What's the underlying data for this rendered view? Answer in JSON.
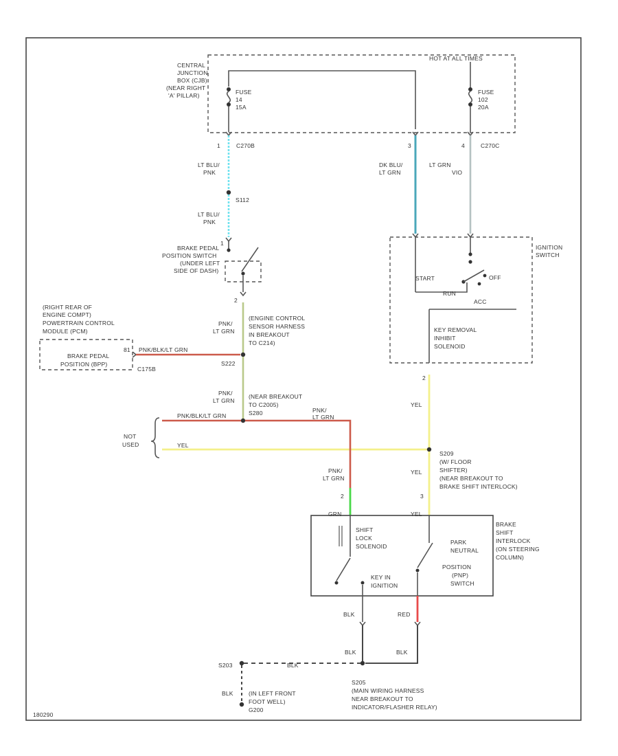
{
  "colors": {
    "lt_blu_pnk": "#6fe3ef",
    "dk_blu_lt_grn": "#4aa7ba",
    "pnk_lt_grn": "#b9c98a",
    "pnk_blk_lt_grn": "#cc5a4a",
    "yel": "#f4f08a",
    "grn": "#49d849",
    "red": "#e84a4a",
    "blk": "#333333",
    "lt_grn_vio": "#b5c2c2"
  },
  "labels": {
    "hot_at_all_times": "HOT AT ALL TIMES",
    "cjb_1": "CENTRAL",
    "cjb_2": "JUNCTION",
    "cjb_3": "BOX (CJB)",
    "cjb_4": "(NEAR RIGHT",
    "cjb_5": "'A' PILLAR)",
    "fuse_a_1": "FUSE",
    "fuse_a_2": "14",
    "fuse_a_3": "15A",
    "fuse_b_1": "FUSE",
    "fuse_b_2": "102",
    "fuse_b_3": "20A",
    "c2_pin": "1",
    "c2_name": "C270B",
    "c3_pin": "3",
    "c4_pin": "4",
    "c4_name": "C270C",
    "w1_1": "LT BLU/",
    "w1_2": "PNK",
    "s112": "S112",
    "w2_1": "LT BLU/",
    "w2_2": "PNK",
    "dkblu_1": "DK BLU/",
    "dkblu_2": "LT GRN",
    "ltgrn_1": "LT GRN",
    "ltgrn_2": "VIO",
    "bpps_1": "BRAKE PEDAL",
    "bpps_2": "POSITION SWITCH",
    "bpps_3": "(UNDER LEFT",
    "bpps_4": "SIDE OF DASH)",
    "bpps_pin1": "1",
    "bpps_pin2": "2",
    "ign_1": "IGNITION",
    "ign_2": "SWITCH",
    "ign_start": "START",
    "ign_off": "OFF",
    "ign_run": "RUN",
    "ign_acc": "ACC",
    "krs_1": "KEY REMOVAL",
    "krs_2": "INHIBIT",
    "krs_3": "SOLENOID",
    "krs_pin": "2",
    "pcm_1": "(RIGHT REAR OF",
    "pcm_2": "ENGINE COMPT)",
    "pcm_3": "POWERTRAIN CONTROL",
    "pcm_4": "MODULE (PCM)",
    "bpp_in": "BRAKE PEDAL",
    "bpp_in_2": "POSITION (BPP)",
    "pnkblk_1": "PNK/BLK/LT GRN",
    "c175b": "C175B",
    "pin_81": "81",
    "pnk_a": "PNK/",
    "pnk_a2": "LT GRN",
    "ecs_1": "(ENGINE CONTROL",
    "ecs_2": "SENSOR HARNESS",
    "ecs_3": "IN BREAKOUT",
    "ecs_4": "TO C214)",
    "s222": "S222",
    "pnk_b": "PNK/",
    "pnk_b2": "LT GRN",
    "nb_1": "(NEAR BREAKOUT",
    "nb_2": "TO C2005)",
    "s280": "S280",
    "pnk_c": "PNK/",
    "pnk_c2": "LT GRN",
    "not_used_1": "NOT",
    "not_used_2": "USED",
    "pnkblk_2": "PNK/BLK/LT GRN",
    "yel_1": "YEL",
    "yel_2": "YEL",
    "yel_3": "YEL",
    "s209_1": "S209",
    "s209_2": "(W/ FLOOR",
    "s209_3": "SHIFTER)",
    "s209_4": "(NEAR BREAKOUT TO",
    "s209_5": "BRAKE SHIFT INTERLOCK)",
    "pnk_d": "PNK/",
    "pnk_d2": "LT GRN",
    "pin_2a": "2",
    "pin_2b": "3",
    "grn_lbl": "GRN",
    "yel_lbl": "YEL",
    "sls_1": "SHIFT",
    "sls_2": "LOCK",
    "sls_3": "SOLENOID",
    "key_1": "KEY IN",
    "key_2": "IGNITION",
    "pn_1": "PARK",
    "pn_2": "NEUTRAL",
    "pn_3": "POSITION",
    "pn_4": "(PNP)",
    "pn_5": "SWITCH",
    "bsi_1": "BRAKE",
    "bsi_2": "SHIFT",
    "bsi_3": "INTERLOCK",
    "bsi_4": "(ON STEERING",
    "bsi_5": "COLUMN)",
    "blk_1": "BLK",
    "red_1": "RED",
    "blk_2": "BLK",
    "blk_3": "BLK",
    "s203": "S203",
    "blk_mid": "BLK",
    "blk_4": "BLK",
    "g_1": "(IN LEFT FRONT",
    "g_2": "FOOT WELL)",
    "g_3": "G200",
    "s205_1": "S205",
    "s205_2": "(MAIN WIRING HARNESS",
    "s205_3": "NEAR BREAKOUT TO",
    "s205_4": "INDICATOR/FLASHER RELAY)",
    "footer": "180290"
  }
}
